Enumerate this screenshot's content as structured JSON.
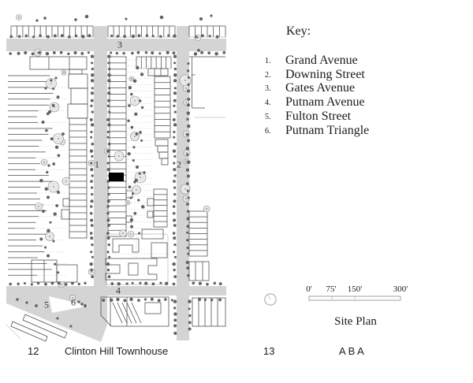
{
  "map": {
    "markers": [
      {
        "label": "1"
      },
      {
        "label": "2"
      },
      {
        "label": "3"
      },
      {
        "label": "4"
      },
      {
        "label": "5"
      },
      {
        "label": "6"
      }
    ],
    "street_color": "#d4d4d4",
    "highlight_color": "#000000"
  },
  "key": {
    "title": "Key:",
    "items": [
      {
        "num": "1.",
        "label": "Grand Avenue"
      },
      {
        "num": "2.",
        "label": "Downing Street"
      },
      {
        "num": "3.",
        "label": "Gates Avenue"
      },
      {
        "num": "4.",
        "label": "Putnam Avenue"
      },
      {
        "num": "5.",
        "label": "Fulton Street"
      },
      {
        "num": "6.",
        "label": "Putnam Triangle"
      }
    ]
  },
  "scale_bar": {
    "labels": [
      "0'",
      "75'",
      "150'",
      "300'"
    ],
    "caption": "Site Plan"
  },
  "footer": {
    "left_page": "12",
    "left_title": "Clinton Hill Townhouse",
    "right_page": "13",
    "right_title": "A B A"
  }
}
